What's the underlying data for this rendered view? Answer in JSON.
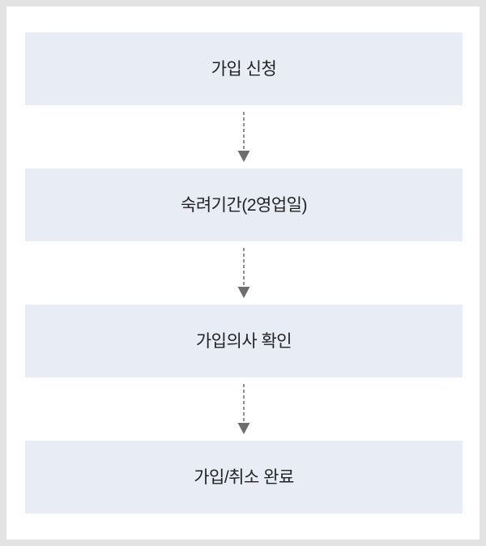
{
  "diagram": {
    "type": "vertical-process-flow",
    "steps": [
      {
        "label": "가입 신청"
      },
      {
        "label": "숙려기간(2영업일)"
      },
      {
        "label": "가입의사 확인"
      },
      {
        "label": "가입/취소 완료"
      }
    ],
    "connector": "arrow-down-dashed"
  },
  "colors": {
    "frame_border": "#e3e3e3",
    "background": "#ffffff",
    "box_bg": "#e7ecf5",
    "box_text": "#222222",
    "arrow_dash": "#8f8f8f",
    "arrow_head": "#6d6d6d"
  }
}
